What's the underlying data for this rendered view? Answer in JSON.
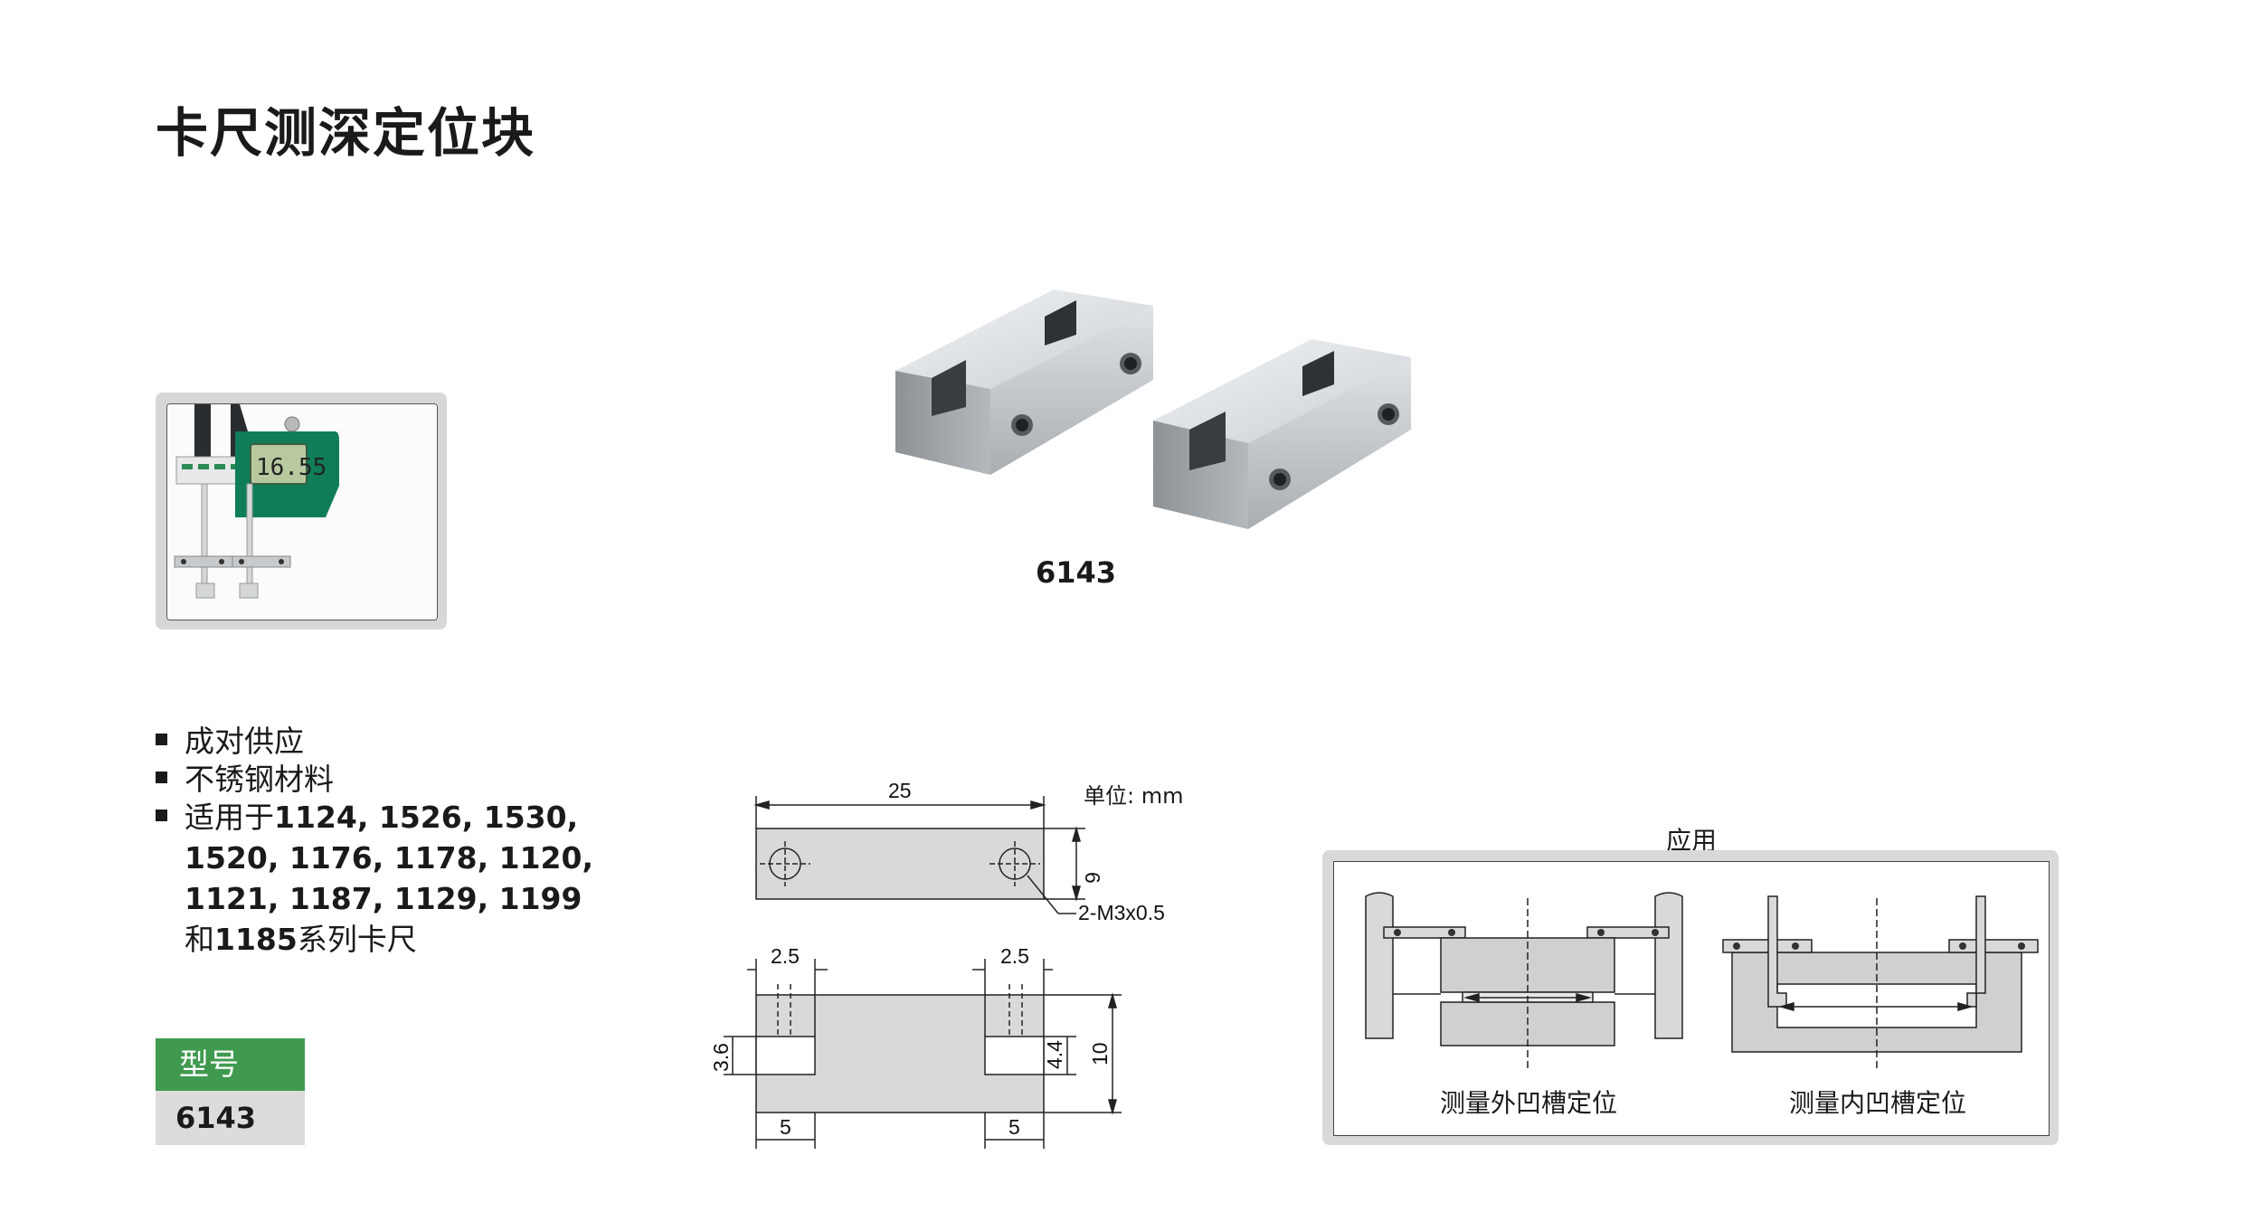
{
  "title": "卡尺测深定位块",
  "product": {
    "code": "6143"
  },
  "caliper_display": "16.55",
  "features": [
    {
      "text": "成对供应"
    },
    {
      "text": "不锈钢材料"
    },
    {
      "prefix": "适用于",
      "models_line1": "1124, 1526, 1530,",
      "models_line2": "1520, 1176, 1178, 1120,",
      "models_line3": "1121, 1187, 1129, 1199",
      "line4_prefix": "和",
      "line4_model": "1185",
      "line4_suffix": "系列卡尺"
    }
  ],
  "model_table": {
    "header": "型号",
    "value": "6143"
  },
  "drawing": {
    "unit": "单位: mm",
    "dims": {
      "length": "25",
      "height_top": "6",
      "thread": "2-M3x0.5",
      "slot_left": "2.5",
      "slot_right": "2.5",
      "depth_left": "3.6",
      "depth_right": "4.4",
      "total_height": "10",
      "width_left": "5",
      "width_right": "5"
    }
  },
  "application": {
    "title": "应用",
    "caption_left": "测量外凹槽定位",
    "caption_right": "测量内凹槽定位"
  }
}
